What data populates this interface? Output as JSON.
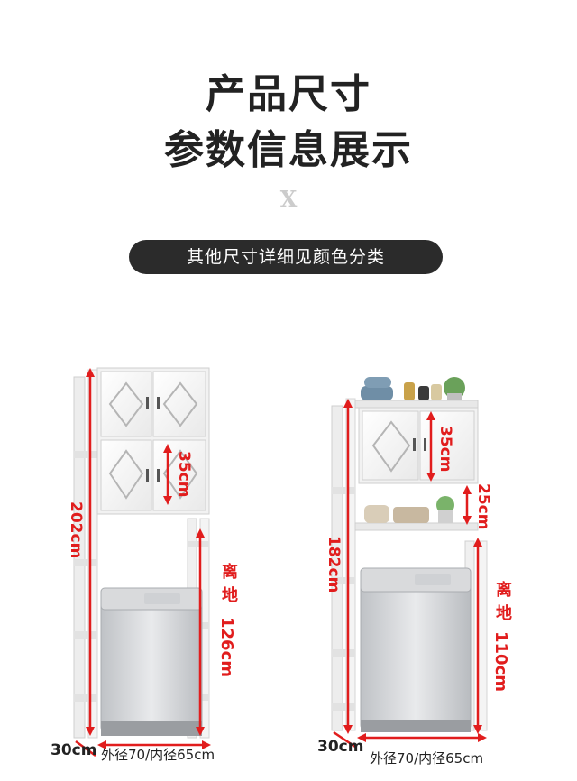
{
  "header": {
    "title_line1": "产品尺寸",
    "title_line2": "参数信息展示",
    "x_mark": "X",
    "pill_text": "其他尺寸详细见颜色分类"
  },
  "left_rack": {
    "height_label": "202cm",
    "cabinet_label": "35cm",
    "clearance_label_top": "离地",
    "clearance_label_value": "126cm",
    "depth_label": "30cm",
    "width_label": "外径70/内径65cm"
  },
  "right_rack": {
    "height_label": "182cm",
    "cabinet_label": "35cm",
    "shelf_label": "25cm",
    "clearance_label_top": "离地",
    "clearance_label_value": "110cm",
    "depth_label": "30cm",
    "width_label": "外径70/内径65cm"
  },
  "colors": {
    "accent_red": "#e11d1d",
    "pill_bg": "#2b2b2b",
    "frame": "#e6e6e6"
  }
}
